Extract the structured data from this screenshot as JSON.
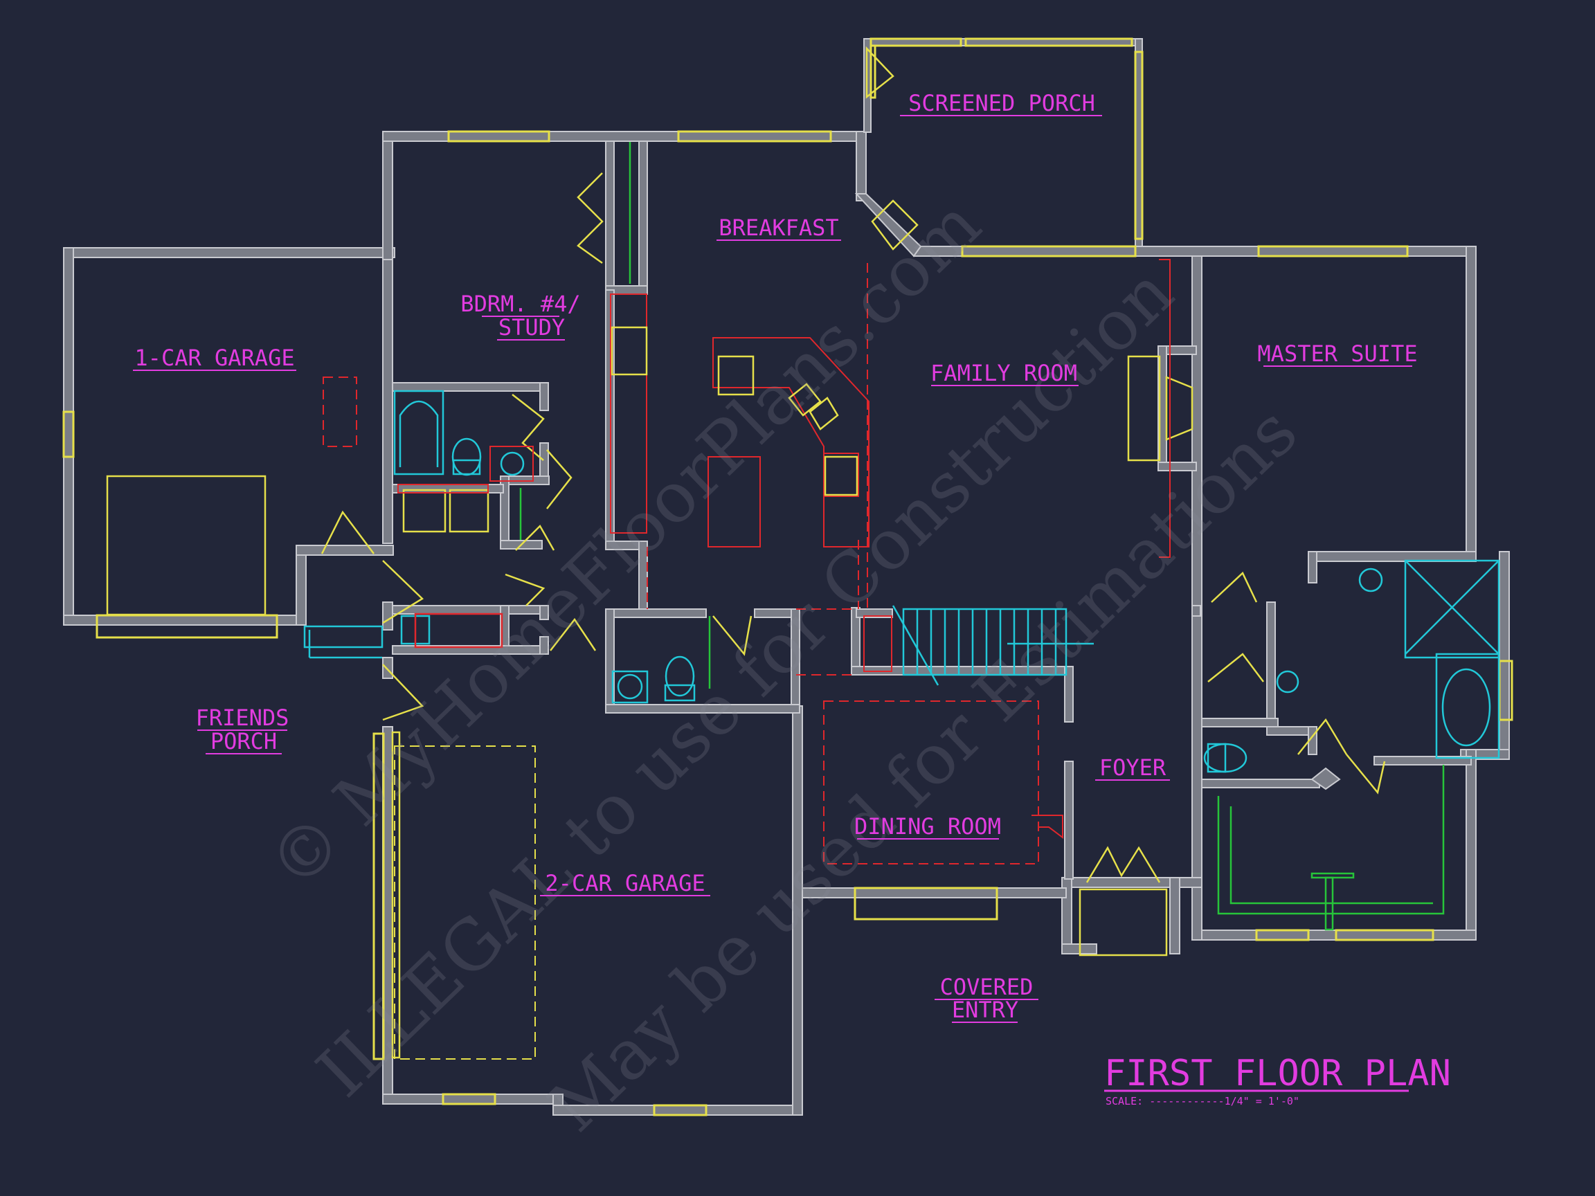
{
  "rooms": {
    "screened_porch": "SCREENED PORCH",
    "breakfast": "BREAKFAST",
    "bedroom4_line1": "BDRM. #4/",
    "bedroom4_line2": "STUDY",
    "one_car_garage": "1-CAR GARAGE",
    "family_room": "FAMILY ROOM",
    "master_suite": "MASTER SUITE",
    "friends_porch_line1": "FRIENDS",
    "friends_porch_line2": "PORCH",
    "foyer": "FOYER",
    "dining_room": "DINING ROOM",
    "two_car_garage": "2-CAR GARAGE",
    "covered_entry_line1": "COVERED",
    "covered_entry_line2": "ENTRY"
  },
  "plan_title": "FIRST FLOOR PLAN",
  "scale_text": "SCALE: ------------1/4\" = 1'-0\"",
  "watermark": {
    "line1": "© MyHomeFloorPlans.com",
    "line2": "ILLEGAL to use for Construction",
    "line3": "May be used for Estimations"
  },
  "colors": {
    "background": "#222639",
    "labels": "#e23ce0",
    "walls": "#7a7d87",
    "windows_doors": "#e6e04a",
    "cabinets_red": "#e0272c",
    "fixtures_cyan": "#22c8d8",
    "built_ins_green": "#27c43a"
  }
}
